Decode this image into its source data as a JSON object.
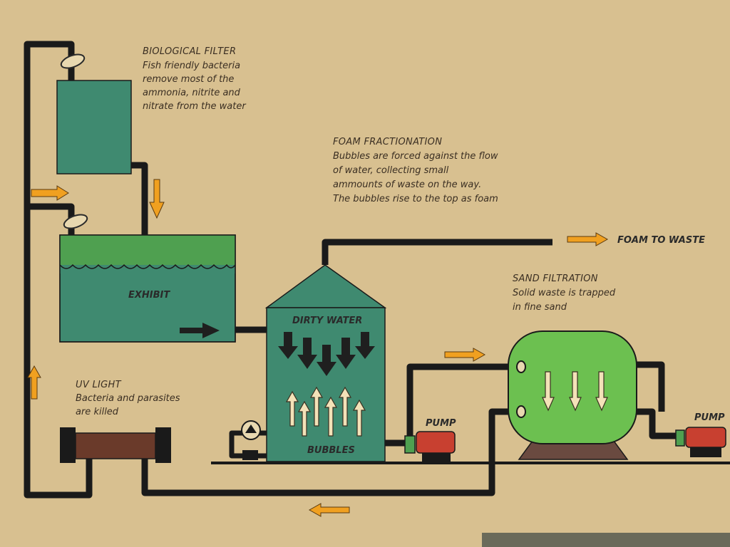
{
  "labels": {
    "bio_filter": {
      "title": "BIOLOGICAL FILTER",
      "lines": [
        "Fish friendly bacteria",
        "remove most of the",
        "ammonia, nitrite and",
        "nitrate from the water"
      ]
    },
    "foam": {
      "title": "FOAM FRACTIONATION",
      "lines": [
        "Bubbles are forced against the flow",
        "of water, collecting small",
        "ammounts of waste on the way.",
        "The bubbles rise to the top as foam"
      ]
    },
    "foam_to_waste": "FOAM TO WASTE",
    "sand": {
      "title": "SAND FILTRATION",
      "lines": [
        "Solid waste is trapped",
        "in fine sand"
      ]
    },
    "uv": {
      "title": "UV LIGHT",
      "lines": [
        "Bacteria and parasites",
        "are killed"
      ]
    },
    "exhibit": "EXHIBIT",
    "dirty_water": "DIRTY WATER",
    "bubbles": "BUBBLES",
    "pump_left": "PUMP",
    "pump_right": "PUMP"
  },
  "colors": {
    "background": "#d8c090",
    "tank_teal": "#3f8a70",
    "water_green": "#4fa050",
    "sand_filter_green": "#6cc050",
    "pipe": "#1a1a1a",
    "flow_arrow": "#f0a020",
    "pump_red": "#c84030",
    "uv_tube": "#6a3a2a"
  },
  "icons": [
    "valve-icon",
    "pump-icon",
    "flow-arrow-icon",
    "uv-lamp-icon",
    "water-surface-icon"
  ]
}
